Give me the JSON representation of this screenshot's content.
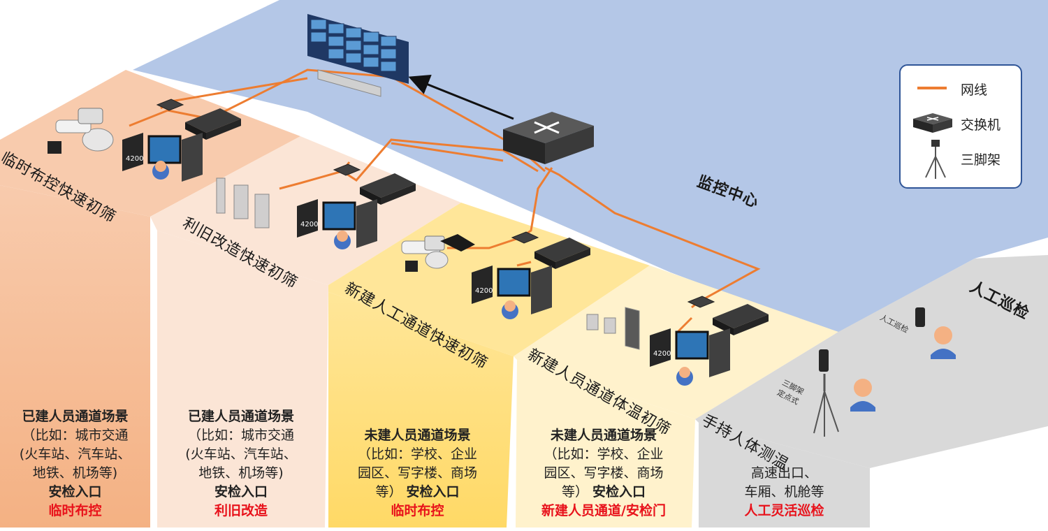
{
  "legend": {
    "cable": "网线",
    "switch": "交换机",
    "tripod": "三脚架",
    "cable_color": "#ed7d31"
  },
  "zones": {
    "monitor_center": "监控中心",
    "temp_deploy": "临时布控快速初筛",
    "retrofit": "利旧改造快速初筛",
    "new_manual": "新建人工通道快速初筛",
    "new_staff_temp": "新建人员通道体温初筛",
    "handheld": "手持人体测温",
    "manual_patrol": "人工巡检"
  },
  "device_text": {
    "server_model": "4200",
    "tripod_mount": "三脚架\n定点式",
    "manual_check": "人工巡检"
  },
  "captions": [
    {
      "title": "已建人员通道场景",
      "lines": [
        "（比如：城市交通",
        "(火车站、汽车站、",
        "地铁、机场等)"
      ],
      "entry": "安检入口",
      "red": "临时布控"
    },
    {
      "title": "已建人员通道场景",
      "lines": [
        "（比如：城市交通",
        "(火车站、汽车站、",
        "地铁、机场等)"
      ],
      "entry": "安检入口",
      "red": "利旧改造"
    },
    {
      "title": "未建人员通道场景",
      "lines": [
        "（比如：学校、企业",
        "园区、写字楼、商场"
      ],
      "entry_prefix": "等）",
      "entry": "安检入口",
      "red": "临时布控"
    },
    {
      "title": "未建人员通道场景",
      "lines": [
        "（比如：学校、企业",
        "园区、写字楼、商场"
      ],
      "entry_prefix": "等）",
      "entry": "安检入口",
      "red": "新建人员通道/安检门"
    },
    {
      "title": "",
      "lines": [
        "高速出口、",
        "车厢、机舱等"
      ],
      "entry": "",
      "red": "人工灵活巡检"
    }
  ],
  "colors": {
    "monitor_floor": "#b4c7e7",
    "zone1": "#f8cbad",
    "zone2": "#fbe5d6",
    "zone3": "#ffe699",
    "zone4": "#fff2cc",
    "zone5": "#d9d9d9",
    "red_text": "#e8121b"
  }
}
